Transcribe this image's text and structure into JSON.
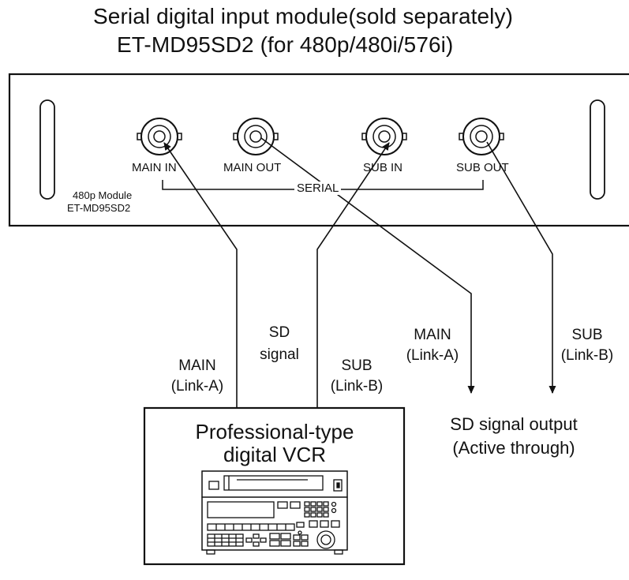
{
  "title": {
    "line1": "Serial digital input module(sold separately)",
    "line2": "ET-MD95SD2 (for 480p/480i/576i)"
  },
  "module": {
    "name_line1": "480p Module",
    "name_line2": "ET-MD95SD2",
    "serial_label": "SERIAL",
    "connectors": [
      {
        "label": "MAIN IN",
        "icon": "bnc-connector-icon"
      },
      {
        "label": "MAIN OUT",
        "icon": "bnc-connector-icon"
      },
      {
        "label": "SUB IN",
        "icon": "bnc-connector-icon"
      },
      {
        "label": "SUB OUT",
        "icon": "bnc-connector-icon"
      }
    ]
  },
  "cables": {
    "main_in_line1": "MAIN",
    "main_in_line2": "(Link-A)",
    "sd_signal_line1": "SD",
    "sd_signal_line2": "signal",
    "sub_in_line1": "SUB",
    "sub_in_line2": "(Link-B)",
    "main_out_line1": "MAIN",
    "main_out_line2": "(Link-A)",
    "sub_out_line1": "SUB",
    "sub_out_line2": "(Link-B)"
  },
  "output": {
    "line1": "SD signal output",
    "line2": "(Active through)"
  },
  "vcr": {
    "line1": "Professional-type",
    "line2": "digital VCR",
    "icon": "vcr-device-icon"
  },
  "colors": {
    "line": "#111111",
    "background": "#ffffff"
  }
}
